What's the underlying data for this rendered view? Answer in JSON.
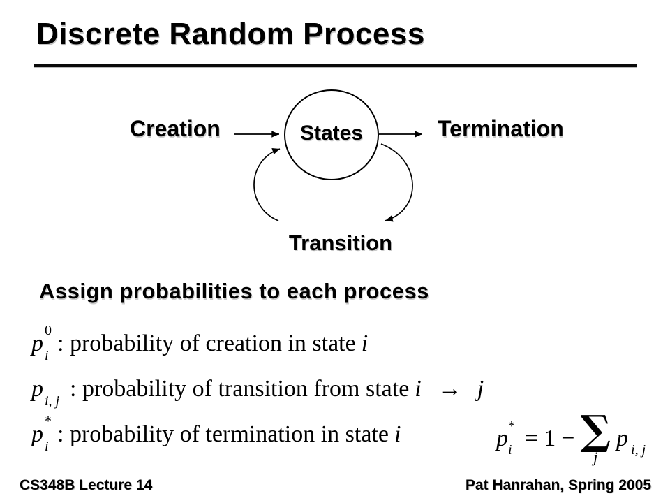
{
  "slide": {
    "title": "Discrete Random Process",
    "colors": {
      "text": "#000000",
      "background": "#ffffff"
    }
  },
  "diagram": {
    "node_label": "States",
    "left_label": "Creation",
    "right_label": "Termination",
    "bottom_label": "Transition"
  },
  "body": {
    "heading": "Assign probabilities to each process",
    "definitions": [
      {
        "var": "p",
        "sup": "0",
        "sub": "i",
        "desc": ": probability of creation in state",
        "state_var": "i",
        "arrow": "",
        "arrow_var": ""
      },
      {
        "var": "p",
        "sup": "",
        "sub": "i, j",
        "desc": ": probability of transition from state",
        "state_var": "i",
        "arrow": "→",
        "arrow_var": "j"
      },
      {
        "var": "p",
        "sup": "*",
        "sub": "i",
        "desc": ": probability of termination in state",
        "state_var": "i",
        "arrow": "",
        "arrow_var": ""
      }
    ],
    "equation": {
      "lhs_var": "p",
      "lhs_sup": "*",
      "lhs_sub": "i",
      "equals": "=",
      "one": "1",
      "minus": "−",
      "sum_symbol": "∑",
      "sum_sub": "j",
      "rhs_var": "p",
      "rhs_sub": "i, j"
    }
  },
  "footer": {
    "left": "CS348B Lecture 14",
    "right": "Pat Hanrahan, Spring 2005"
  }
}
